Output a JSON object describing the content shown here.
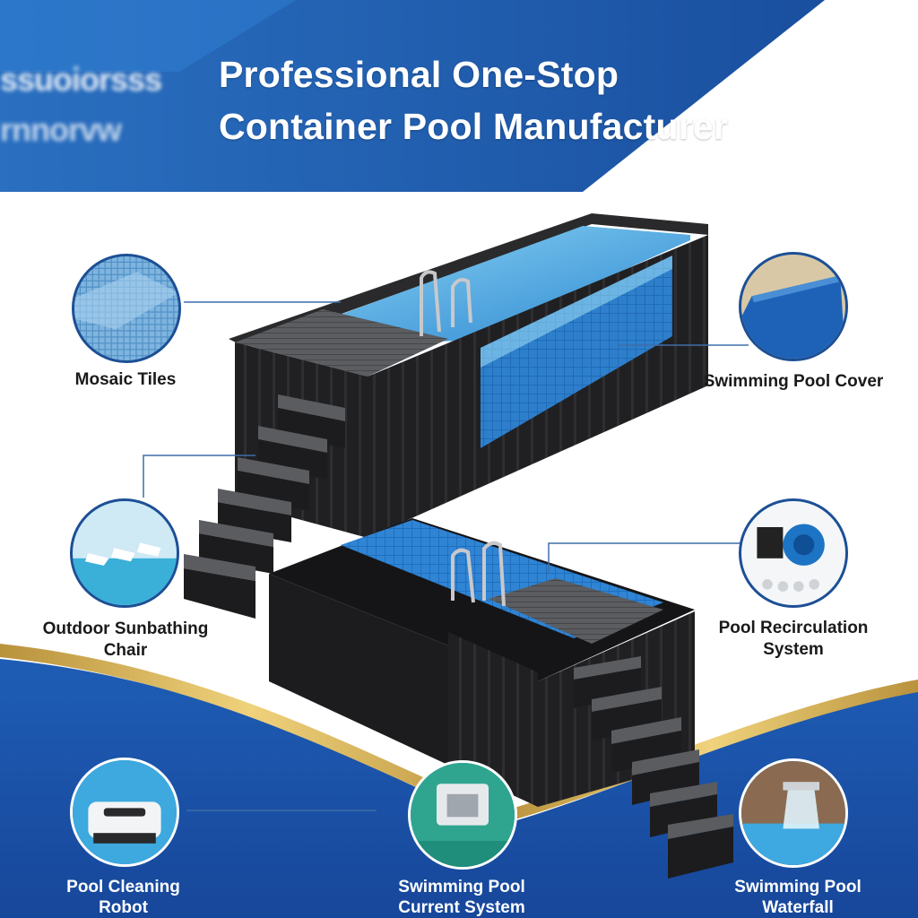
{
  "header": {
    "title_line1": "Professional One-Stop",
    "title_line2": "Container Pool Manufacturer"
  },
  "features": {
    "mosaic_tiles": "Mosaic Tiles",
    "pool_cover": "Swimming Pool Cover",
    "sunbathing_chair_line1": "Outdoor Sunbathing",
    "sunbathing_chair_line2": "Chair",
    "recirculation_line1": "Pool Recirculation",
    "recirculation_line2": "System",
    "cleaning_robot_line1": "Pool Cleaning",
    "cleaning_robot_line2": "Robot",
    "current_system_line1": "Swimming Pool",
    "current_system_line2": "Current System",
    "waterfall_line1": "Swimming Pool",
    "waterfall_line2": "Waterfall"
  },
  "colors": {
    "brand_blue": "#1d55a8",
    "deep_blue": "#123f86",
    "gold": "#c9a44c",
    "container_black": "#1b1b1d",
    "water": "#3fa6e0"
  }
}
